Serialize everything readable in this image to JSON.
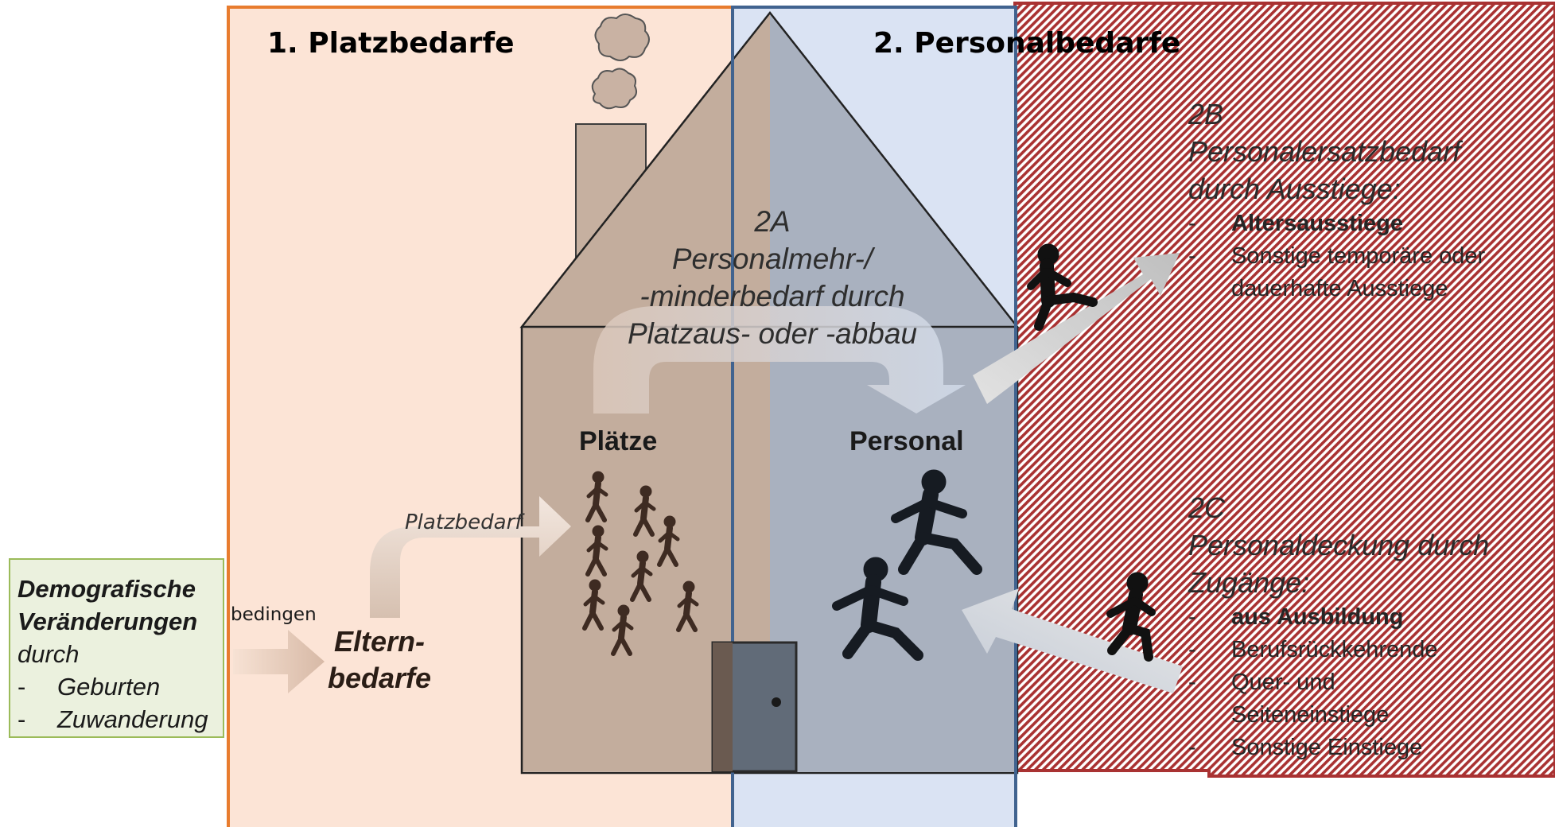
{
  "colors": {
    "orange_fill": "#fce4d6",
    "orange_border": "#e87c2e",
    "orange_title": "#b5652a",
    "blue_fill": "#dae3f3",
    "blue_border": "#41638f",
    "blue_title": "#2f5597",
    "red_hatch": "#a93232",
    "house_left": "#c3ad9d",
    "house_right": "#a9b1bf",
    "green_fill": "#ebf1de",
    "green_border": "#9bbb59",
    "figure_brown": "#3e2b22",
    "figure_dark": "#161b22"
  },
  "section1": {
    "title": "1. Platzbedarfe"
  },
  "section2": {
    "title": "2. Personalbedarfe"
  },
  "demography": {
    "line1": "Demografische",
    "line2": "Veränderungen",
    "line3": "durch",
    "items": [
      "Geburten",
      "Zuwanderung"
    ],
    "dash": "-"
  },
  "arrows": {
    "bedingen": "bedingen",
    "platzbedarf": "Platzbedarf"
  },
  "eltern": {
    "line1": "Eltern-",
    "line2": "bedarfe"
  },
  "house": {
    "plaetze": "Plätze",
    "personal": "Personal",
    "block2a": {
      "line1": "2A",
      "line2": "Personalmehr-/",
      "line3": "-minderbedarf durch",
      "line4": "Platzaus- oder -abbau"
    }
  },
  "block2b": {
    "line1": "2B",
    "line2": "Personalersatzbedarf",
    "line3": "durch Ausstiege:",
    "items": [
      {
        "text": "Altersausstiege",
        "bold": true
      },
      {
        "text": "Sonstige temporäre oder dauerhafte Ausstiege",
        "bold": false
      }
    ]
  },
  "block2c": {
    "line1": "2C",
    "line2": "Personaldeckung durch",
    "line3": "Zugänge:",
    "items": [
      {
        "text": "aus Ausbildung",
        "bold": true
      },
      {
        "text": "Berufsrückkehrende",
        "bold": false
      },
      {
        "text": "Quer- und Seiteneinstiege",
        "bold": false
      },
      {
        "text": "Sonstige Einstiege",
        "bold": false
      }
    ]
  }
}
